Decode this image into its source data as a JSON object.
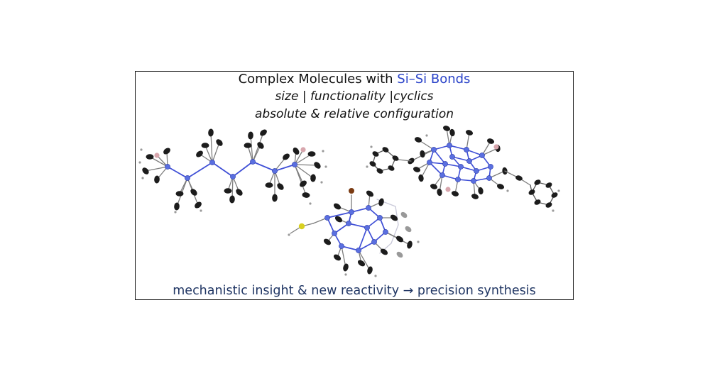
{
  "header": {
    "title_prefix": "Complex Molecules with ",
    "title_highlight": "Si–Si Bonds",
    "subtitle": "size | functionality |cyclics",
    "config_line": "absolute & relative configuration"
  },
  "footer": {
    "text": "mechanistic insight & new reactivity → precision synthesis"
  },
  "colors": {
    "silicon_bond": "#3f4fd6",
    "silicon_atom": "#5a6fe0",
    "carbon_atom": "#1c1c1c",
    "boron_atom": "#d8a6ad",
    "bromine_atom": "#7a3a12",
    "sulfur_atom": "#d8d020",
    "highlight_text": "#2a43c9",
    "footer_text": "#1f3563"
  }
}
